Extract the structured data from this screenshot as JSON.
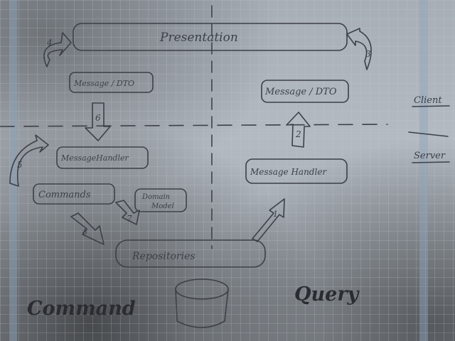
{
  "diagram": {
    "presentation": "Presentation",
    "message_dto_left": "Message / DTO",
    "message_dto_right": "Message / DTO",
    "client_label": "Client",
    "server_label": "Server",
    "message_handler_left": "MessageHandler",
    "message_handler_right": "Message Handler",
    "commands": "Commands",
    "domain_model_line1": "Domain",
    "domain_model_line2": "Model",
    "repositories": "Repositories",
    "command_label": "Command",
    "query_label": "Query",
    "step_1": "1",
    "step_2": "2",
    "step_3": "3",
    "step_4": "4",
    "step_5": "5",
    "step_6": "6",
    "step_7": "7",
    "step_8": "8"
  },
  "colors": {
    "paper": "#b3bac1",
    "ink": "#3d4047",
    "grid": "#c9ced3"
  }
}
